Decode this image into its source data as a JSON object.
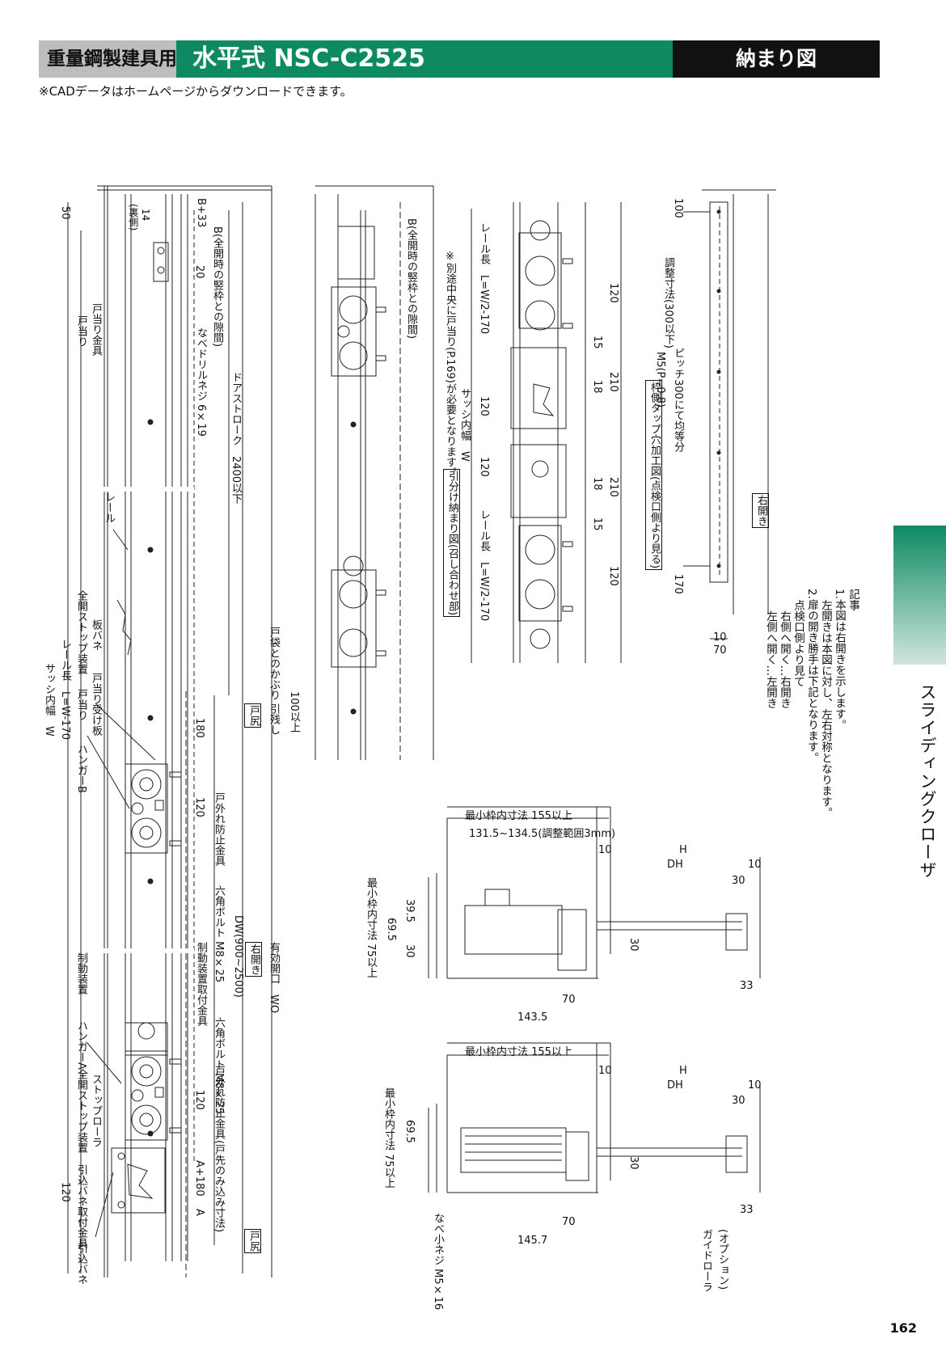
{
  "header": {
    "category": "重量鋼製建具用",
    "model": "水平式 NSC-C2525",
    "doc_type": "納まり図"
  },
  "cad_note": "※CADデータはホームページからダウンロードできます。",
  "side_tab": "スライディングクローザ",
  "page_number": "162",
  "colors": {
    "brand_green": "#0e8a62",
    "grey": "#bdbdbd",
    "black": "#111111"
  },
  "main_elevation": {
    "labels": {
      "sash_width": "サッシ内幅　W",
      "rail_length": "レール長　L=W-170",
      "door_stop": "戸当り",
      "door_stop_fitting": "戸当り金具",
      "full_open_stop": "全開ストップ装置",
      "leaf_spring": "板バネ",
      "door_stop_plate": "戸当り受け板",
      "hanger_b": "ハンガーB",
      "brake": "制動装置",
      "hanger_a": "ハンガーA",
      "stop_roller": "ストップローラ",
      "pull_spring_fitting": "引込バネ取付金具",
      "pull_spring": "引込バネ",
      "rail": "レール",
      "screw": "なべドリルネジ 6×19",
      "gap_b": "B(全開時の竪枠との隙間)",
      "door_stroke": "ドアストローク　2400以下",
      "b33": "B+33",
      "anti_derail_1": "戸外れ防止金具",
      "anti_derail_2": "戸外れ防止金具",
      "hex_bolt_m8": "六角ボルト M8×25",
      "brake_bracket": "制動装置取付金具",
      "hex_bolt_m8_2": "六角ボルト M8×25",
      "dw": "DW(900~2500)",
      "wo": "有効開口　WO",
      "overlap": "戸袋とのかぶり",
      "door_remain": "引残し",
      "a180": "A+180",
      "a": "A",
      "tip_insert": "(戸先のみ込み寸法)",
      "door_tail": "戸尻",
      "door_tail_2": "戸尻",
      "right_open": "右開き",
      "backing": "(裏側)"
    },
    "dims": {
      "d50": "50",
      "d14": "14",
      "d20": "20",
      "d180": "180",
      "d120a": "120",
      "d120b": "120",
      "d120c": "120",
      "d100": "100以上"
    }
  },
  "meeting_section": {
    "labels": {
      "title": "引分け納まり図(召し合わせ部)",
      "note": "※別途中央に戸当り(P.169)が必要となります。",
      "sash_width": "サッシ内幅　W",
      "rail_left": "レール長　L=W/2-170",
      "rail_right": "レール長　L=W/2-170",
      "gap_b": "B(全開時の竪枠との隙間)"
    },
    "dims": [
      "120",
      "15",
      "18",
      "210",
      "120",
      "120",
      "18",
      "210",
      "15",
      "120"
    ]
  },
  "tap_drawing": {
    "labels": {
      "title": "枠側タップ穴加工図(点検口側より見る)",
      "spec": "M5(P=0.8)",
      "pitch": "ピッチ300にて均等分",
      "adjust": "調整寸法(300以下)",
      "right_open": "右開き"
    },
    "dims": {
      "d100": "100",
      "d170": "170",
      "d10": "10",
      "d70": "70"
    }
  },
  "notes": {
    "title": "記事",
    "lines": [
      "1.本図は右開きを示します。",
      "　左開きは本図に対し、左右対称となります。",
      "2.扉の開き勝手は下記となります。",
      "　点検口側より見て",
      "　　右側へ開く…右開き",
      "　　左側へ開く…左開き"
    ]
  },
  "section_upper": {
    "labels": {
      "min_frame_depth": "最小枠内寸法 75以上",
      "min_frame_height": "最小枠内寸法 155以上",
      "adjust_range": "131.5~134.5(調整範囲3mm)",
      "h": "H",
      "dh": "DH"
    },
    "dims": [
      "69.5",
      "39.5",
      "30",
      "30",
      "70",
      "143.5",
      "10",
      "10",
      "30",
      "33"
    ]
  },
  "section_lower": {
    "labels": {
      "min_frame_depth": "最小枠内寸法 75以上",
      "min_frame_height": "最小枠内寸法 155以上",
      "h": "H",
      "dh": "DH",
      "screw": "なべ小ネジ M5×16",
      "guide_roller": "ガイドローラ",
      "option": "(オプション)"
    },
    "dims": [
      "69.5",
      "30",
      "70",
      "145.7",
      "10",
      "10",
      "30",
      "33"
    ]
  }
}
